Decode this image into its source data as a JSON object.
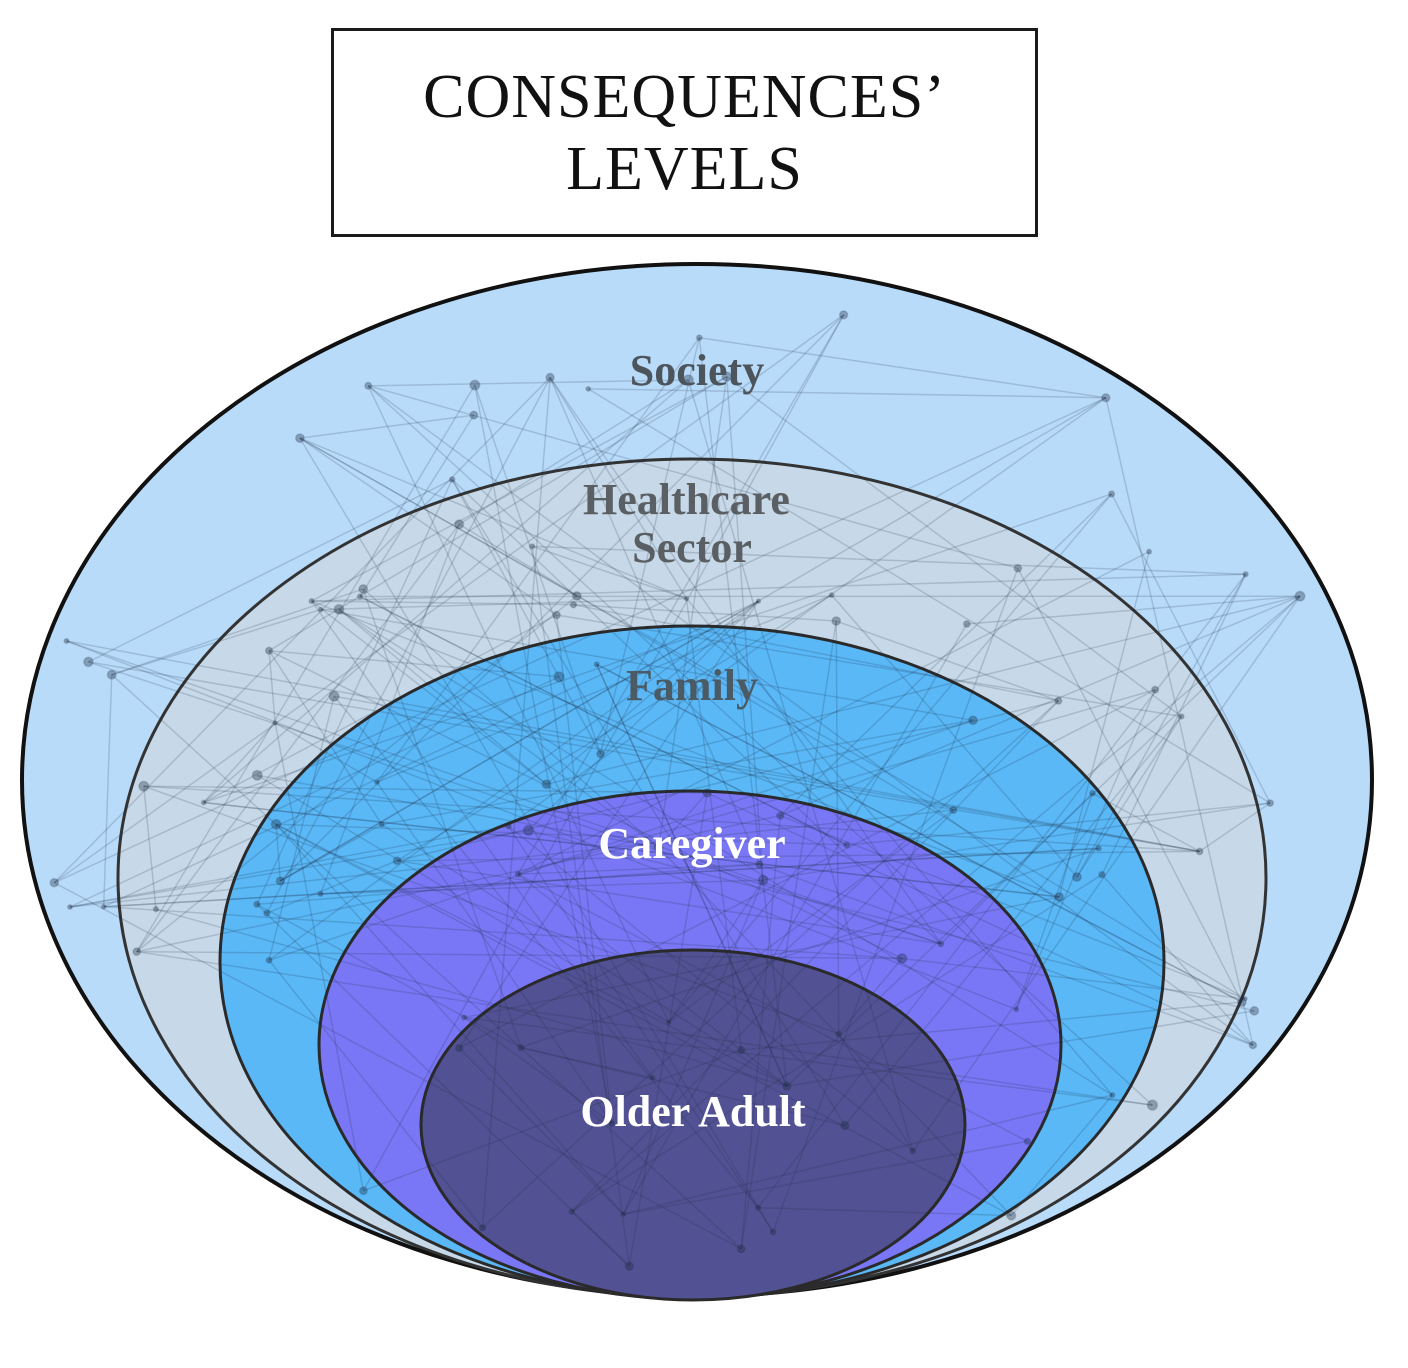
{
  "title": {
    "line1": "CONSEQUENCES’",
    "line2": "LEVELS"
  },
  "levels": [
    {
      "label_lines": [
        "Society"
      ],
      "color": "#b9dbfa",
      "text_color": "#4d555c"
    },
    {
      "label_lines": [
        "Healthcare",
        "Sector"
      ],
      "color": "#c7d9e8",
      "text_color": "#5a5f63"
    },
    {
      "label_lines": [
        "Family"
      ],
      "color": "#5ab8f7",
      "text_color": "#4b5b66"
    },
    {
      "label_lines": [
        "Caregiver"
      ],
      "color": "#7a77f6",
      "text_color": "#ffffff"
    },
    {
      "label_lines": [
        "Older Adult"
      ],
      "color": "#525193",
      "text_color": "#ffffff"
    }
  ]
}
